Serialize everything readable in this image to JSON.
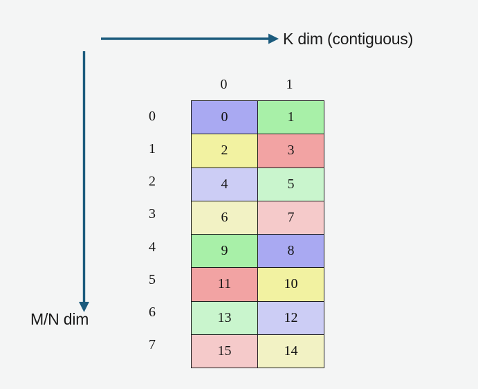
{
  "background_color": "#f4f5f5",
  "arrow_color": "#1b5b7d",
  "axes": {
    "horizontal": {
      "label": "K dim (contiguous)",
      "icon": "arrow-right-icon"
    },
    "vertical": {
      "label": "M/N dim",
      "icon": "arrow-down-icon"
    }
  },
  "matrix": {
    "column_headers": [
      "0",
      "1"
    ],
    "row_headers": [
      "0",
      "1",
      "2",
      "3",
      "4",
      "5",
      "6",
      "7"
    ],
    "border_color": "#1b1b1b",
    "cells": [
      [
        {
          "value": "0",
          "color": "#a9a9f2"
        },
        {
          "value": "1",
          "color": "#a8f0a8"
        }
      ],
      [
        {
          "value": "2",
          "color": "#f2f2a1"
        },
        {
          "value": "3",
          "color": "#f2a3a3"
        }
      ],
      [
        {
          "value": "4",
          "color": "#cccdf5"
        },
        {
          "value": "5",
          "color": "#c9f5cd"
        }
      ],
      [
        {
          "value": "6",
          "color": "#f2f2c4"
        },
        {
          "value": "7",
          "color": "#f5caca"
        }
      ],
      [
        {
          "value": "9",
          "color": "#a8f0a8"
        },
        {
          "value": "8",
          "color": "#a9a9f2"
        }
      ],
      [
        {
          "value": "11",
          "color": "#f2a3a3"
        },
        {
          "value": "10",
          "color": "#f2f2a1"
        }
      ],
      [
        {
          "value": "13",
          "color": "#c9f5cd"
        },
        {
          "value": "12",
          "color": "#cccdf5"
        }
      ],
      [
        {
          "value": "15",
          "color": "#f5caca"
        },
        {
          "value": "14",
          "color": "#f2f2c4"
        }
      ]
    ]
  }
}
